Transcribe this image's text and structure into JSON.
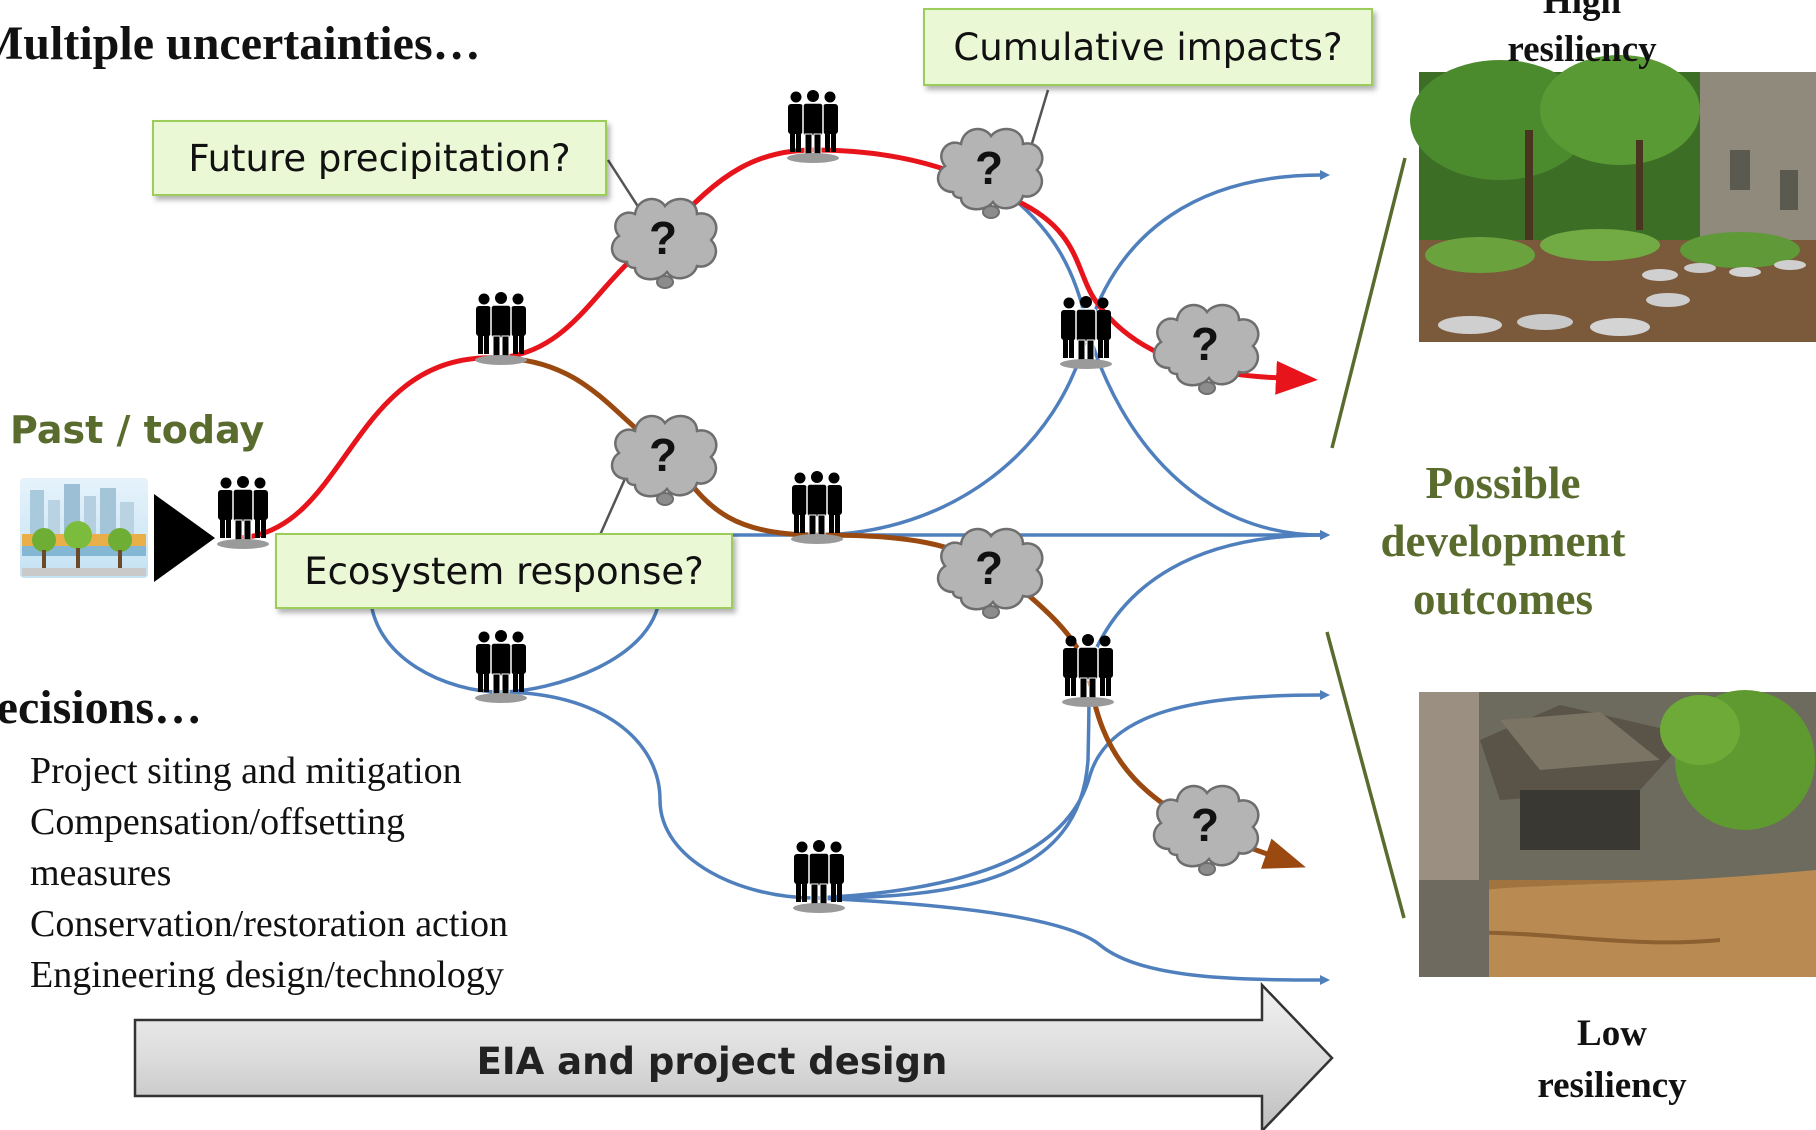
{
  "headings": {
    "uncertainties": "Multiple uncertainties…",
    "decisions": "Decisions…"
  },
  "callouts": {
    "precipitation": "Future precipitation?",
    "cumulative": "Cumulative impacts?",
    "ecosystem": "Ecosystem response?"
  },
  "past_label": "Past / today",
  "decisions_list": [
    "Project siting and mitigation",
    "Compensation/offsetting",
    "measures",
    "Conservation/restoration action",
    "Engineering design/technology"
  ],
  "arrow_label": "EIA and project design",
  "outcomes": [
    "Possible",
    "development",
    "outcomes"
  ],
  "high_label": [
    "High",
    "resiliency"
  ],
  "low_label": [
    "Low",
    "resiliency"
  ],
  "cloud_symbol": "?",
  "colors": {
    "red": "#e8141b",
    "blue": "#4f80bd",
    "brown": "#9a4a10",
    "callout_fill": "#ebf8d6",
    "callout_border": "#9ccc5a",
    "outcome_text": "#5a6b2e"
  },
  "icons": {
    "people": "people-group-icon",
    "cloud": "uncertainty-cloud-icon",
    "city": "city-icon"
  }
}
